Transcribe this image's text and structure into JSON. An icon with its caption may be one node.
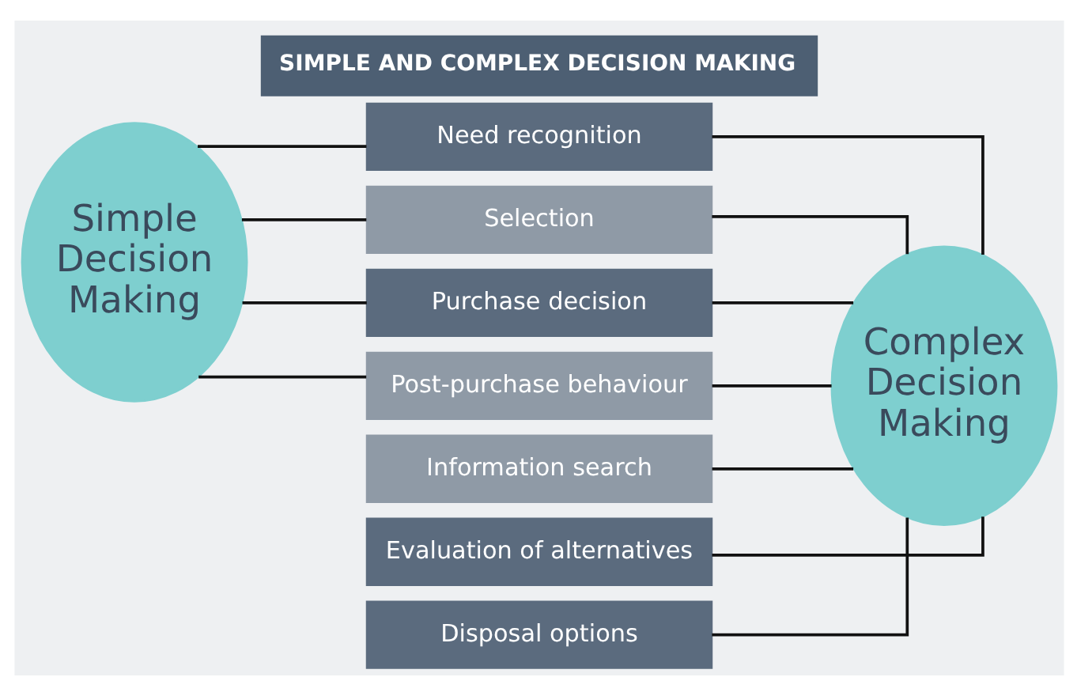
{
  "diagram": {
    "title": "SIMPLE AND COMPLEX DECISION MAKING",
    "nodes": [
      {
        "text": [
          "Simple Decision Making"
        ]
      },
      {
        "text": [
          "Need recognition"
        ]
      },
      {
        "text": [
          "Information search"
        ]
      },
      {
        "text": [
          "Evaluation of alternatives"
        ]
      },
      {
        "text": [
          "Selection"
        ]
      },
      {
        "text": [
          "Purchase decision"
        ]
      },
      {
        "text": [
          "Post-purchase behaviour"
        ]
      },
      {
        "text": [
          "Disposal options"
        ]
      },
      {
        "text": [
          "Complex Decision Making"
        ]
      }
    ],
    "edges": [
      {
        "from": 0,
        "to": 1,
        "arrow": "none"
      },
      {
        "from": 0,
        "to": 4,
        "arrow": "none"
      },
      {
        "from": 0,
        "to": 5,
        "arrow": "none"
      },
      {
        "from": 0,
        "to": 6,
        "arrow": "none"
      },
      {
        "from": 1,
        "to": 8,
        "arrow": "none"
      },
      {
        "from": 2,
        "to": 8,
        "arrow": "none"
      },
      {
        "from": 3,
        "to": 8,
        "arrow": "none"
      },
      {
        "from": 4,
        "to": 8,
        "arrow": "none"
      },
      {
        "from": 5,
        "to": 8,
        "arrow": "none"
      },
      {
        "from": 6,
        "to": 8,
        "arrow": "none"
      },
      {
        "from": 7,
        "to": 8,
        "arrow": "none"
      }
    ]
  }
}
